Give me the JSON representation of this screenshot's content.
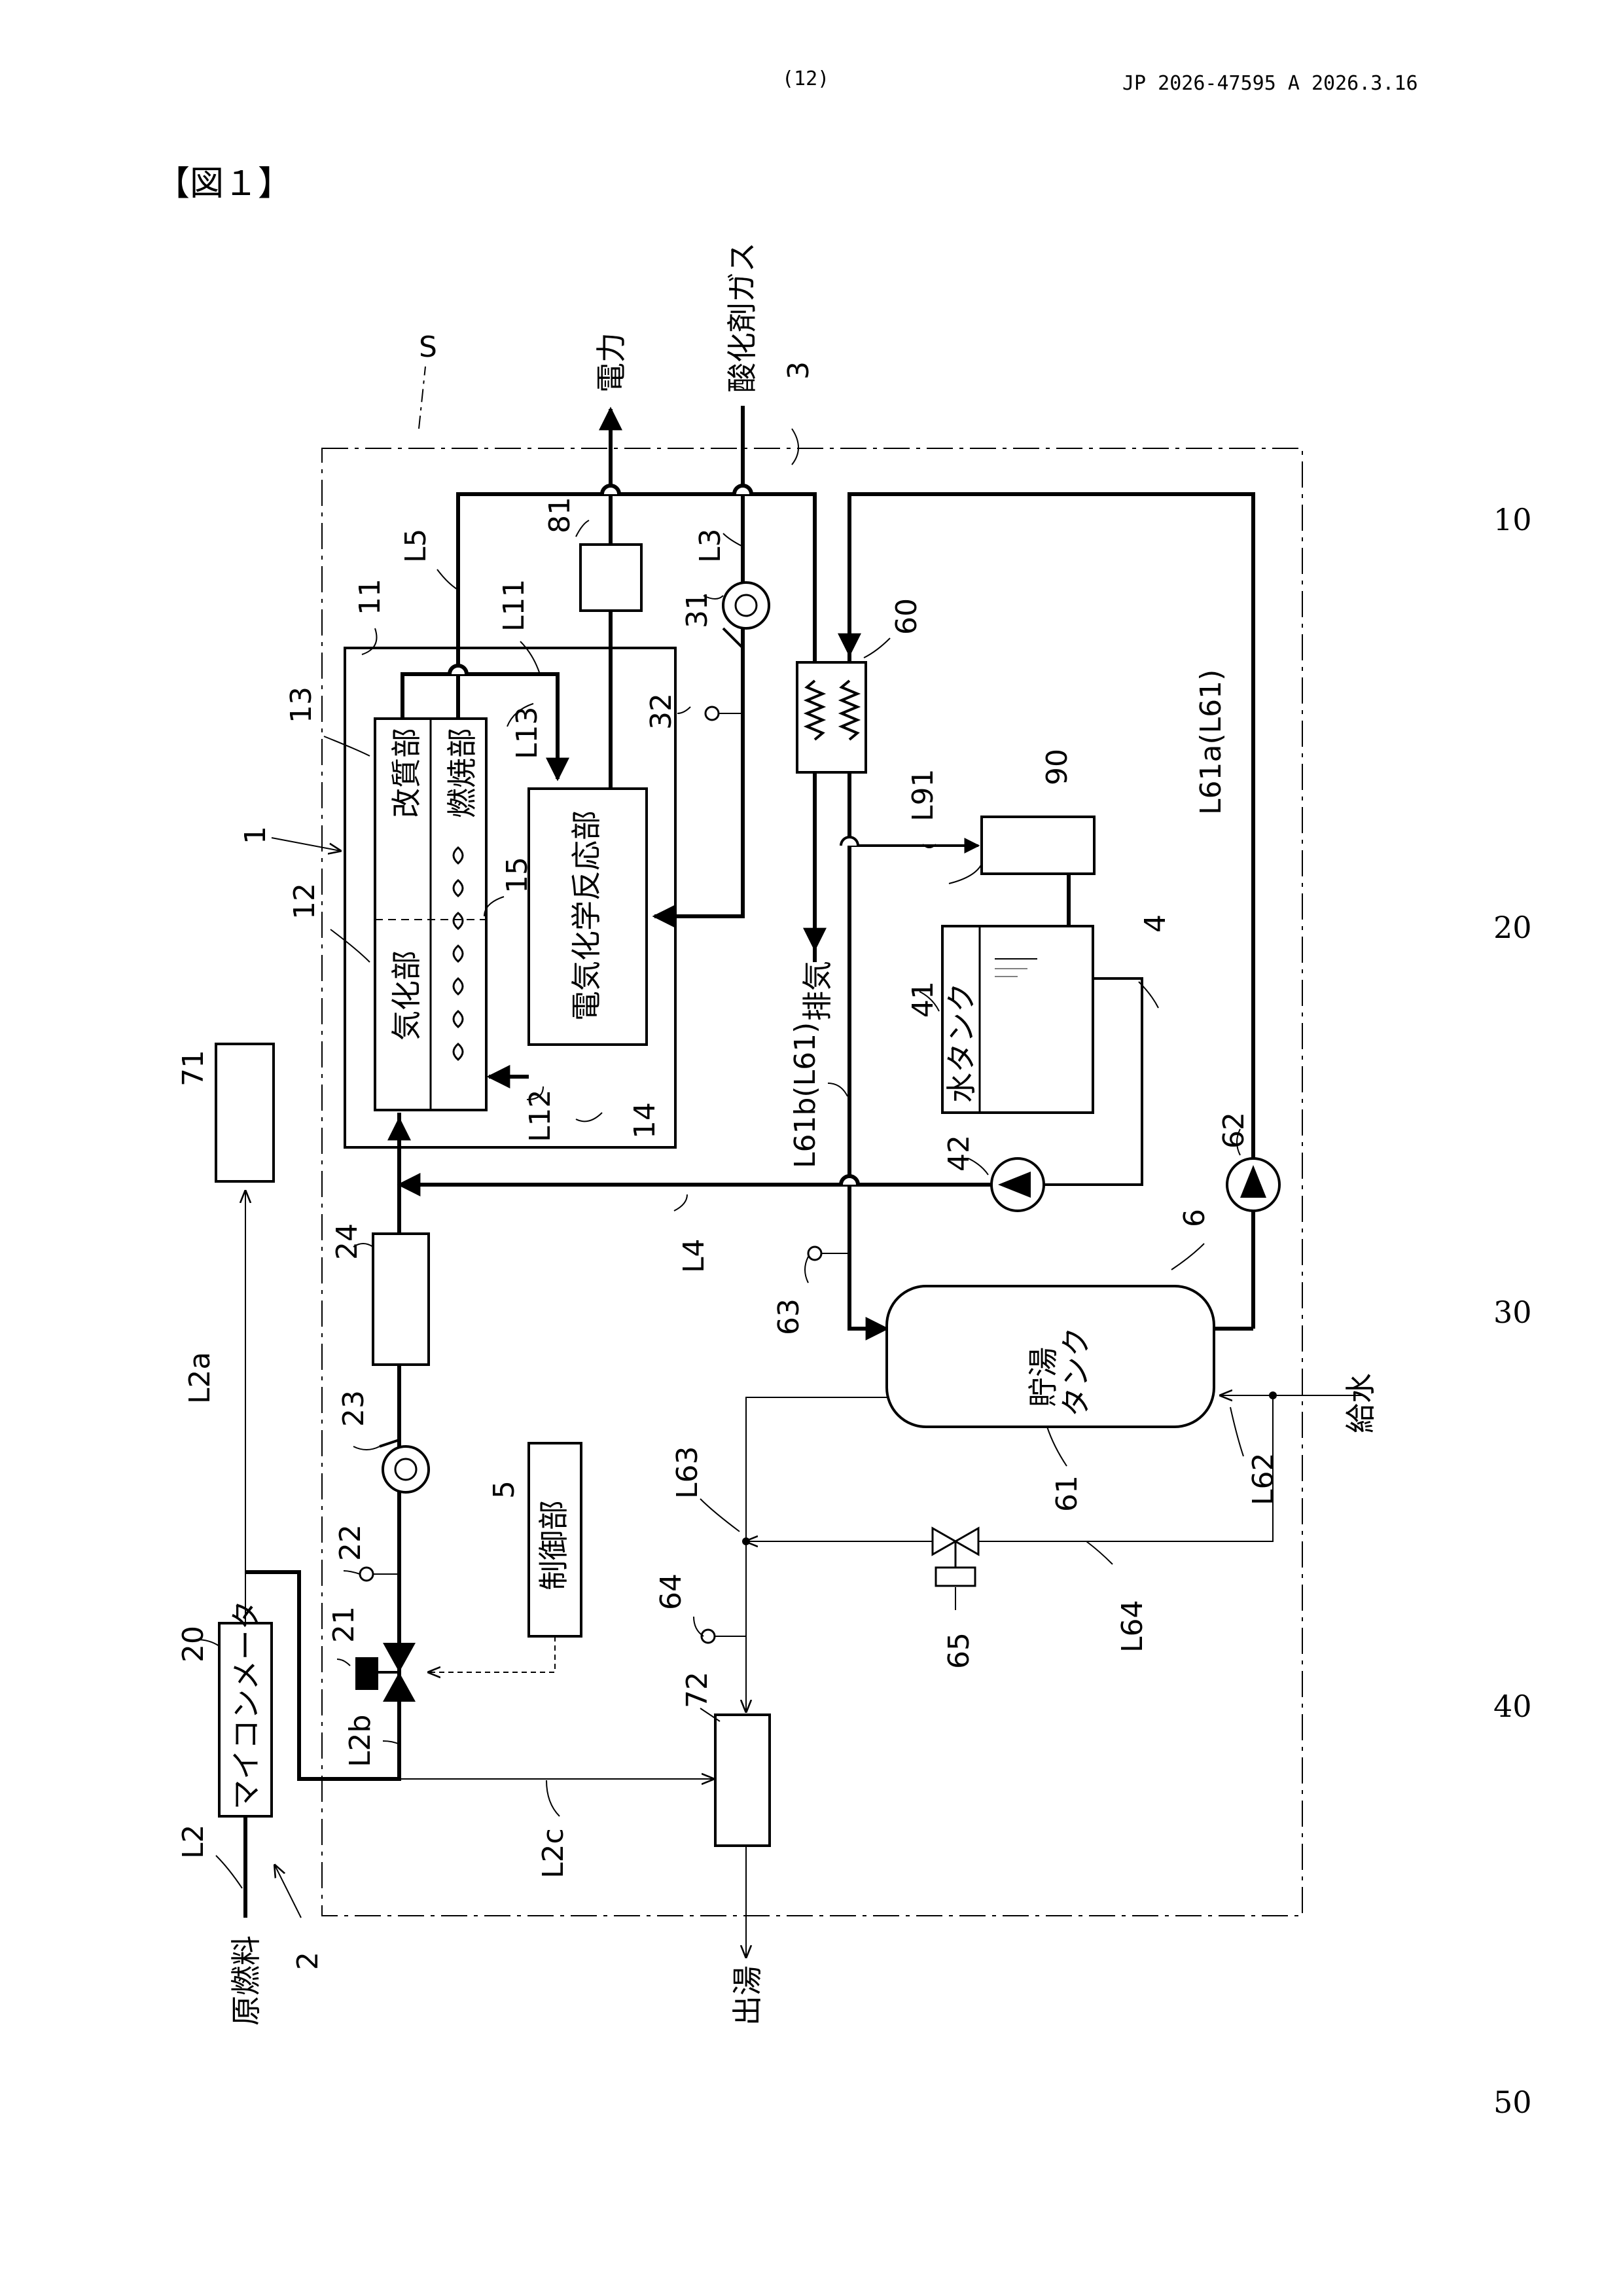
{
  "header": {
    "page_number": "(12)",
    "publication": "JP  2026-47595  A  2026.3.16"
  },
  "figure_label": "【図１】",
  "line_numbers": [
    "10",
    "20",
    "30",
    "40",
    "50"
  ],
  "labels": {
    "S": "S",
    "power": "電力",
    "oxidant_gas": "酸化剤ガス",
    "n3": "3",
    "L5": "L5",
    "n81": "81",
    "L3": "L3",
    "n11": "11",
    "L11": "L11",
    "n31": "31",
    "n60": "60",
    "n13": "13",
    "L13": "L13",
    "n32": "32",
    "reforming": "改質部",
    "combustion": "燃焼部",
    "n1": "1",
    "n15": "15",
    "n12": "12",
    "vaporizing": "気化部",
    "electrochem": "電気化学反応部",
    "exhaust": "排気",
    "L91": "L91",
    "n90": "90",
    "L61a": "L61a(L61)",
    "n4": "4",
    "n41": "41",
    "water_tank": "水タンク",
    "L61b": "L61b(L61)",
    "n71": "71",
    "L12": "L12",
    "n14": "14",
    "n42": "42",
    "n62": "62",
    "n24": "24",
    "L4": "L4",
    "n6": "6",
    "n63": "63",
    "storage_tank_1": "貯湯",
    "storage_tank_2": "タンク",
    "L2a": "L2a",
    "n23": "23",
    "supply_water": "給水",
    "L63": "L63",
    "n5": "5",
    "controller": "制御部",
    "n61": "61",
    "L62": "L62",
    "n22": "22",
    "n64": "64",
    "L64": "L64",
    "n21": "21",
    "n65": "65",
    "n20": "20",
    "micom_meter": "マイコンメータ",
    "n72": "72",
    "L2b": "L2b",
    "L2": "L2",
    "L2c": "L2c",
    "raw_fuel": "原燃料",
    "n2": "2",
    "hot_water_out": "出湯"
  }
}
